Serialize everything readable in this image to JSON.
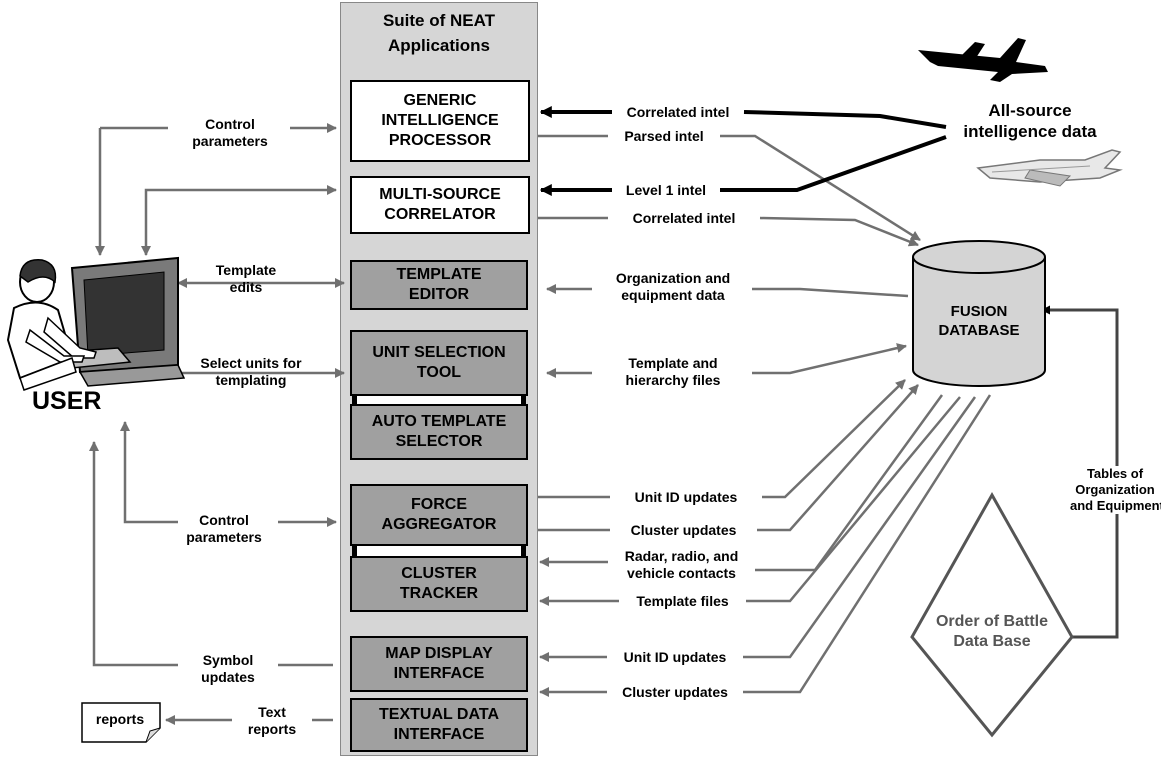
{
  "suite": {
    "title_line1": "Suite of NEAT",
    "title_line2": "Applications"
  },
  "modules": {
    "gip": [
      "GENERIC",
      "INTELLIGENCE",
      "PROCESSOR"
    ],
    "msc": [
      "MULTI-SOURCE",
      "CORRELATOR"
    ],
    "te": [
      "TEMPLATE",
      "EDITOR"
    ],
    "ust": [
      "UNIT SELECTION",
      "TOOL"
    ],
    "ats": [
      "AUTO TEMPLATE",
      "SELECTOR"
    ],
    "fa": [
      "FORCE",
      "AGGREGATOR"
    ],
    "ct": [
      "CLUSTER",
      "TRACKER"
    ],
    "mdi": [
      "MAP DISPLAY",
      "INTERFACE"
    ],
    "tdi": [
      "TEXTUAL DATA",
      "INTERFACE"
    ]
  },
  "user": {
    "label": "USER"
  },
  "user_links": {
    "control_params_top": [
      "Control",
      "parameters"
    ],
    "template_edits": [
      "Template",
      "edits"
    ],
    "select_units": [
      "Select units for",
      "templating"
    ],
    "control_params_bottom": [
      "Control",
      "parameters"
    ],
    "symbol_updates": [
      "Symbol",
      "updates"
    ],
    "text_reports": [
      "Text",
      "reports"
    ]
  },
  "reports": {
    "label": "reports"
  },
  "intel_source": {
    "line1": "All-source",
    "line2": "intelligence data"
  },
  "database": {
    "line1": "FUSION",
    "line2": "DATABASE"
  },
  "order_of_battle": {
    "line1": "Order of Battle",
    "line2": "Data Base"
  },
  "toe": [
    "Tables of",
    "Organization",
    "and Equipment"
  ],
  "flows": {
    "correlated_intel_in": "Correlated intel",
    "parsed_intel": "Parsed  intel",
    "level1_intel": "Level 1 intel",
    "correlated_intel_out": "Correlated  intel",
    "org_equip": [
      "Organization and",
      "equipment data"
    ],
    "template_hierarchy": [
      "Template and",
      "hierarchy  files"
    ],
    "unit_id_updates_out": "Unit ID updates",
    "cluster_updates_out": "Cluster updates",
    "contacts": [
      "Radar, radio, and",
      "vehicle contacts"
    ],
    "template_files": "Template files",
    "unit_id_updates_in": "Unit ID updates",
    "cluster_updates_in": "Cluster updates"
  },
  "colors": {
    "line_gray": "#707070",
    "box_gray": "#a0a0a0",
    "suite_bg": "#d6d6d6",
    "db_fill": "#d4d4d4"
  }
}
